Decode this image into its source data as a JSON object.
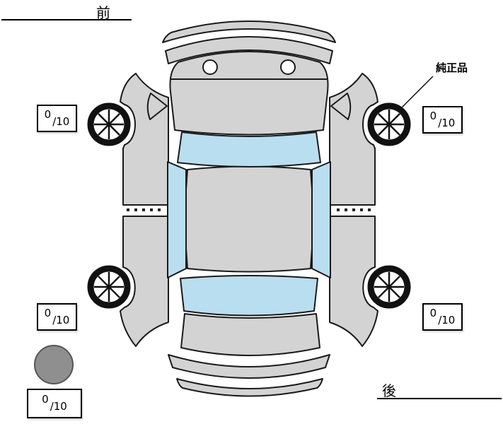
{
  "labels": {
    "front": "前",
    "rear": "後",
    "genuine_part": "純正品"
  },
  "tires": {
    "front_left": {
      "value": "0",
      "out_of": "/10"
    },
    "front_right": {
      "value": "0",
      "out_of": "/10"
    },
    "rear_left": {
      "value": "0",
      "out_of": "/10"
    },
    "rear_right": {
      "value": "0",
      "out_of": "/10"
    },
    "spare": {
      "value": "0",
      "out_of": "/10"
    }
  },
  "colors": {
    "body": "#d3d3d3",
    "window": "#b9def0",
    "wheel_outline": "#111111",
    "spare_tire": "#8f8f8f",
    "line": "#000000"
  }
}
